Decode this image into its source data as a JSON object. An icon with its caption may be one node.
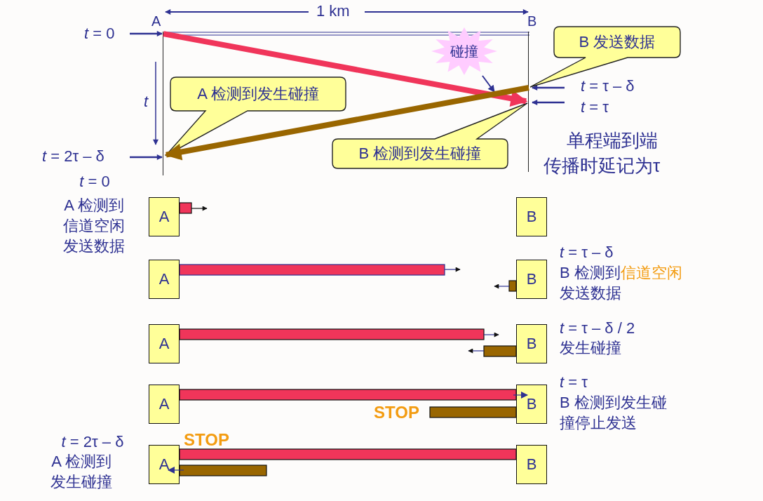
{
  "diagram": {
    "nodes": [
      {
        "text": [],
        "shape": "bar"
      },
      {
        "text": [],
        "shape": "bar"
      },
      {
        "text": [
          "B 发送数据"
        ]
      },
      {
        "text": [
          "碰撞"
        ]
      },
      {
        "text": [
          "A 检测到发生碰撞"
        ]
      },
      {
        "text": [
          "B 检测到发生碰撞"
        ]
      },
      {
        "text": [
          "A"
        ],
        "beside": [
          "*t* = 0",
          "A 检测到信道空闲发送数据"
        ]
      },
      {
        "text": [
          "B"
        ]
      },
      {
        "text": [
          "A"
        ]
      },
      {
        "text": [
          "B"
        ],
        "beside": [
          "*t* = τ – δ",
          "B 检测到**信道空闲**发送数据"
        ]
      },
      {
        "text": [
          "A"
        ]
      },
      {
        "text": [
          "B"
        ],
        "beside": [
          "*t* = τ – δ / 2",
          "发生碰撞"
        ]
      },
      {
        "text": [
          "A"
        ]
      },
      {
        "text": [
          "B"
        ],
        "beside": [
          "*t* = τ",
          "B 检测到发生碰撞停止发送"
        ]
      },
      {
        "text": [
          "A"
        ],
        "beside": [
          "*t* = 2τ – δ",
          "A 检测到发生碰撞"
        ]
      },
      {
        "text": [
          "B"
        ]
      }
    ],
    "edges": [
      {
        "from": 3,
        "to": null,
        "arrow": "to"
      },
      {
        "from": 0,
        "to": 1,
        "arrow": "to",
        "color": "#f0355a"
      },
      {
        "from": 1,
        "to": 0,
        "arrow": "to",
        "color": "#996600"
      }
    ],
    "labels": [
      "1 km",
      "A",
      "B",
      "*t* = 0",
      "*t* = τ – δ",
      "t",
      "*t* = τ",
      "*t* = 2τ – δ",
      "单程端到端",
      "传播时延记为τ",
      "STOP",
      "STOP"
    ]
  }
}
